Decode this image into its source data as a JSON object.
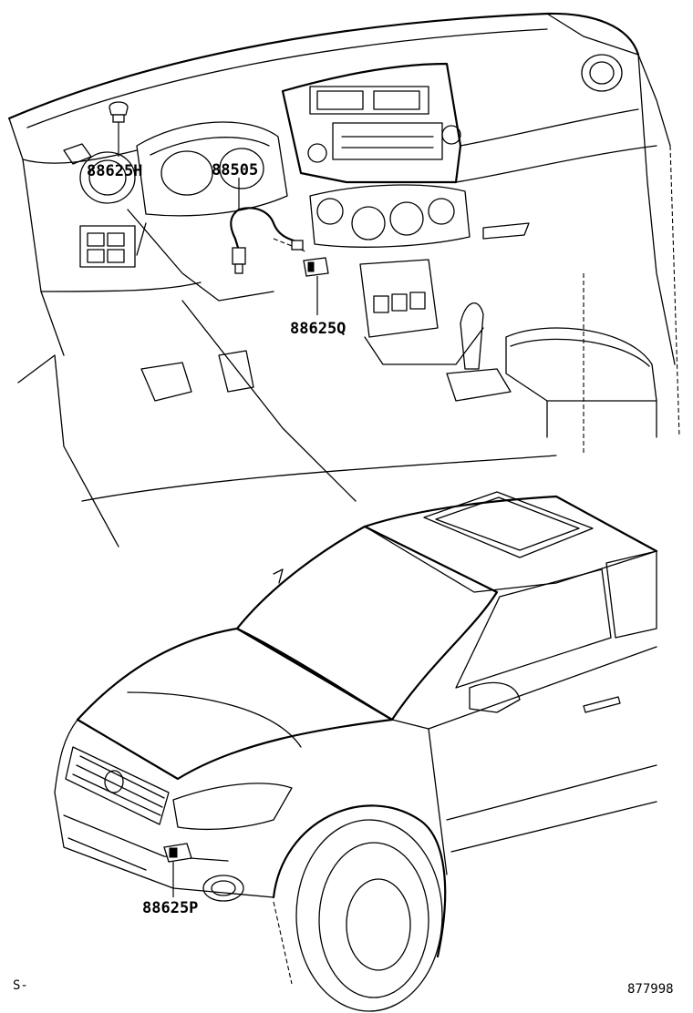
{
  "diagram": {
    "parts": {
      "p88625h": "88625H",
      "p88505": "88505",
      "p88625q": "88625Q",
      "p88625p": "88625P"
    },
    "footer": {
      "left_code": "S-",
      "right_code": "877998"
    }
  }
}
